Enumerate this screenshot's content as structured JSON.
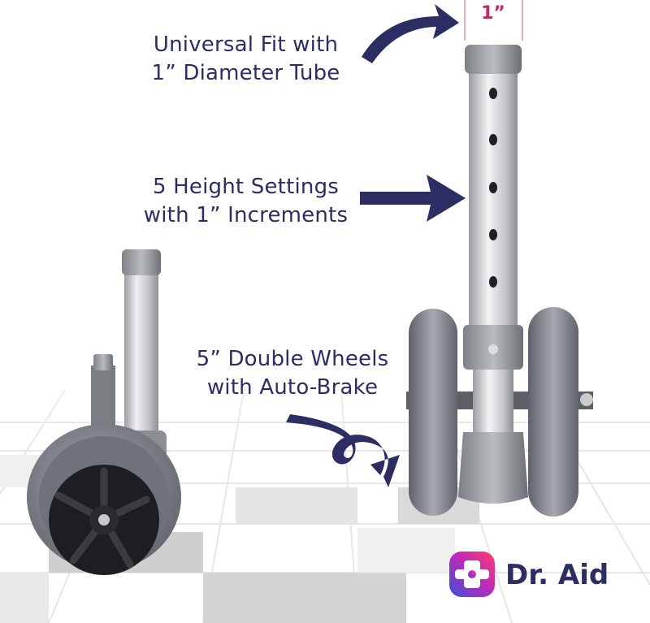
{
  "features": [
    {
      "line1": "Universal Fit with",
      "line2": "1” Diameter Tube"
    },
    {
      "line1": "5 Height Settings",
      "line2": "with 1” Increments"
    },
    {
      "line1": "5” Double Wheels",
      "line2": "with Auto-Brake"
    }
  ],
  "dimension_label": "1”",
  "brand": {
    "name": "Dr. Aid"
  },
  "colors": {
    "text": "#2b2d63",
    "dimension": "#c0286a",
    "brand_gradient": [
      "#3b4fd8",
      "#c02ab8",
      "#ff3d6e"
    ]
  }
}
